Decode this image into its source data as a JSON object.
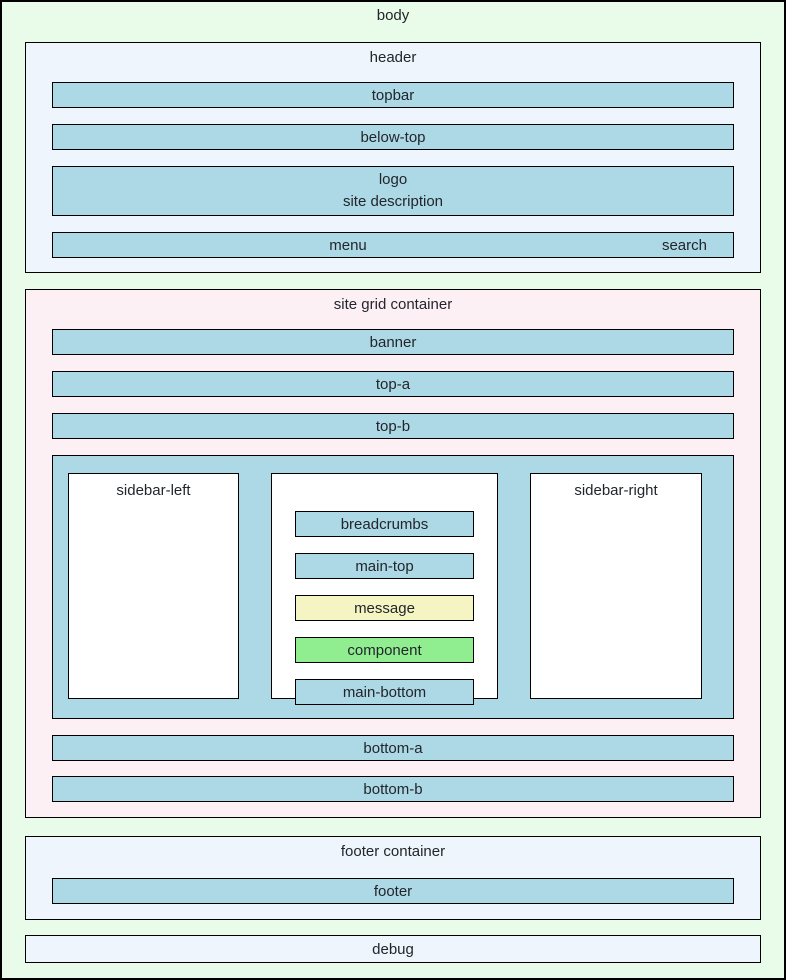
{
  "colors": {
    "page_bg": "#E9FBE9",
    "panel_bg": "#EFF5FC",
    "grid_bg": "#FDF0F5",
    "bar_blue": "#ADD8E6",
    "message_yellow": "#F5F5C3",
    "component_green": "#90EE90",
    "box_white": "#FFFFFF",
    "border": "#000000",
    "text": "#22262B"
  },
  "body": {
    "label": "body"
  },
  "header": {
    "label": "header",
    "topbar": "topbar",
    "below_top": "below-top",
    "logo": "logo",
    "site_description": "site description",
    "menu": "menu",
    "search": "search"
  },
  "site_grid": {
    "label": "site grid container",
    "banner": "banner",
    "top_a": "top-a",
    "top_b": "top-b",
    "sidebar_left": "sidebar-left",
    "main": {
      "breadcrumbs": "breadcrumbs",
      "main_top": "main-top",
      "message": "message",
      "component": "component",
      "main_bottom": "main-bottom"
    },
    "sidebar_right": "sidebar-right",
    "bottom_a": "bottom-a",
    "bottom_b": "bottom-b"
  },
  "footer": {
    "label": "footer container",
    "footer": "footer"
  },
  "debug": {
    "label": "debug"
  }
}
